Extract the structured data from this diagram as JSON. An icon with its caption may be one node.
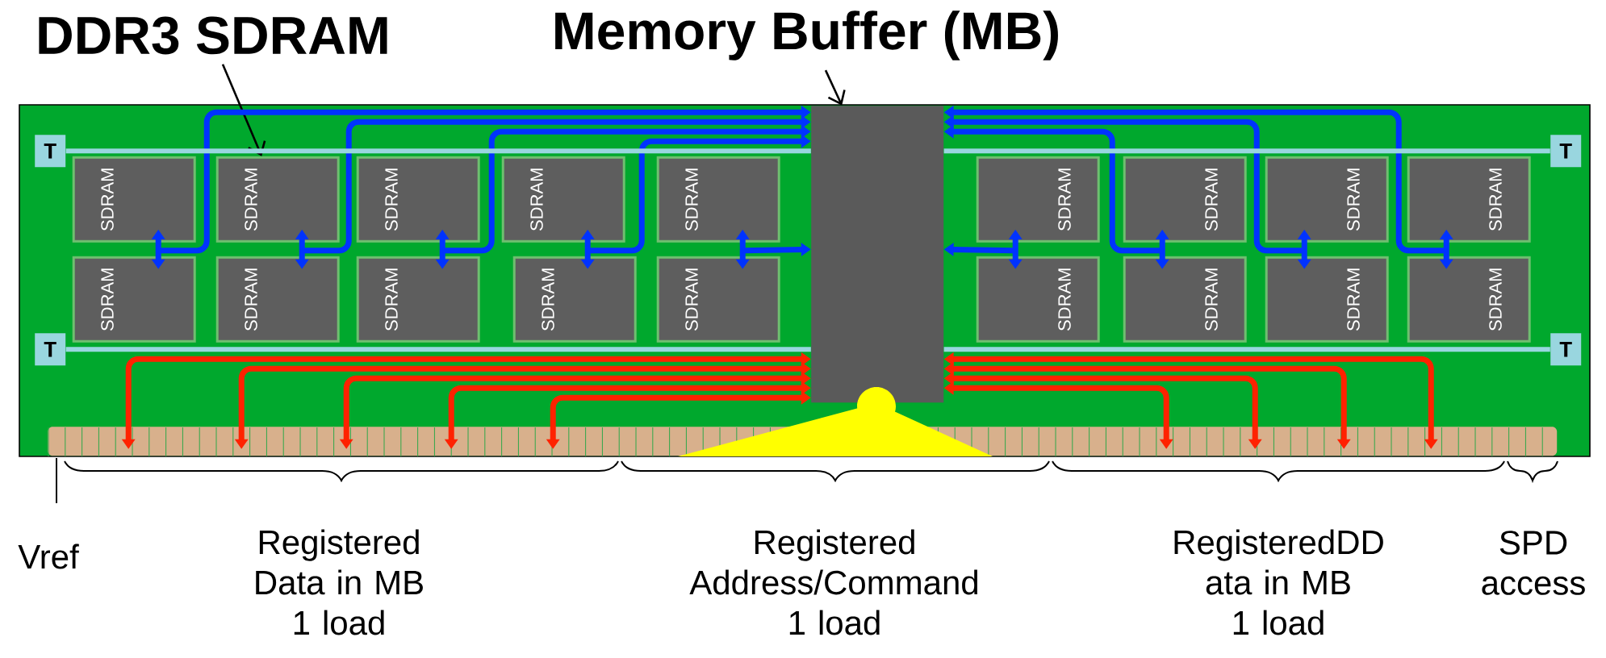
{
  "diagram": {
    "nodes": [
      {
        "text": [
          "DDR3 SDRAM"
        ]
      },
      {
        "text": [
          "Memory Buffer (MB)"
        ]
      },
      {
        "text": [],
        "shape": "box"
      },
      {
        "text": [],
        "shape": "bar",
        "in": 2
      },
      {
        "text": [],
        "shape": "box",
        "in": 2
      },
      {
        "text": [
          "SDRAM"
        ],
        "in": 2
      },
      {
        "text": [
          "SDRAM"
        ],
        "in": 2
      },
      {
        "text": [
          "SDRAM"
        ],
        "in": 2
      },
      {
        "text": [
          "SDRAM"
        ],
        "in": 2
      },
      {
        "text": [
          "SDRAM"
        ],
        "in": 2
      },
      {
        "text": [
          "SDRAM"
        ],
        "in": 2
      },
      {
        "text": [
          "SDRAM"
        ],
        "in": 2
      },
      {
        "text": [
          "SDRAM"
        ],
        "in": 2
      },
      {
        "text": [
          "SDRAM"
        ],
        "in": 2
      },
      {
        "text": [
          "SDRAM"
        ],
        "in": 2
      },
      {
        "text": [
          "SDRAM"
        ],
        "in": 2
      },
      {
        "text": [
          "SDRAM"
        ],
        "in": 2
      },
      {
        "text": [
          "SDRAM"
        ],
        "in": 2
      },
      {
        "text": [
          "SDRAM"
        ],
        "in": 2
      },
      {
        "text": [
          "SDRAM"
        ],
        "in": 2
      },
      {
        "text": [
          "SDRAM"
        ],
        "in": 2
      },
      {
        "text": [
          "SDRAM"
        ],
        "in": 2
      },
      {
        "text": [
          "SDRAM"
        ],
        "in": 2
      },
      {
        "text": [
          "T"
        ],
        "in": 2
      },
      {
        "text": [
          "T"
        ],
        "in": 2
      },
      {
        "text": [
          "T"
        ],
        "in": 2
      },
      {
        "text": [
          "T"
        ],
        "in": 2
      }
    ],
    "edges": [
      {
        "from": 0,
        "to": 6,
        "arrow": "to",
        "color": "#000000"
      },
      {
        "from": 1,
        "to": 4,
        "arrow": "to",
        "color": "#000000"
      },
      {
        "from": 5,
        "to": 14,
        "arrow": "both",
        "color": "#0033ff"
      },
      {
        "from": 6,
        "to": 15,
        "arrow": "both",
        "color": "#0033ff"
      },
      {
        "from": 7,
        "to": 16,
        "arrow": "both",
        "color": "#0033ff"
      },
      {
        "from": 8,
        "to": 17,
        "arrow": "both",
        "color": "#0033ff"
      },
      {
        "from": 9,
        "to": 18,
        "arrow": "both",
        "color": "#0033ff"
      },
      {
        "from": 10,
        "to": 19,
        "arrow": "both",
        "color": "#0033ff"
      },
      {
        "from": 11,
        "to": 20,
        "arrow": "both",
        "color": "#0033ff"
      },
      {
        "from": 12,
        "to": 21,
        "arrow": "both",
        "color": "#0033ff"
      },
      {
        "from": 13,
        "to": 22,
        "arrow": "both",
        "color": "#0033ff"
      },
      {
        "from": 5,
        "to": 4,
        "arrow": "to",
        "color": "#0033ff"
      },
      {
        "from": 6,
        "to": 4,
        "arrow": "to",
        "color": "#0033ff"
      },
      {
        "from": 7,
        "to": 4,
        "arrow": "to",
        "color": "#0033ff"
      },
      {
        "from": 8,
        "to": 4,
        "arrow": "to",
        "color": "#0033ff"
      },
      {
        "from": 9,
        "to": 4,
        "arrow": "to",
        "color": "#0033ff"
      },
      {
        "from": 10,
        "to": 4,
        "arrow": "to",
        "color": "#0033ff"
      },
      {
        "from": 11,
        "to": 4,
        "arrow": "to",
        "color": "#0033ff"
      },
      {
        "from": 12,
        "to": 4,
        "arrow": "to",
        "color": "#0033ff"
      },
      {
        "from": 13,
        "to": 4,
        "arrow": "to",
        "color": "#0033ff"
      },
      {
        "from": 4,
        "to": 3,
        "arrow": "both",
        "color": "#ff2200"
      },
      {
        "from": 4,
        "to": 3,
        "arrow": "both",
        "color": "#ff2200"
      },
      {
        "from": 4,
        "to": 3,
        "arrow": "both",
        "color": "#ff2200"
      },
      {
        "from": 4,
        "to": 3,
        "arrow": "both",
        "color": "#ff2200"
      },
      {
        "from": 4,
        "to": 3,
        "arrow": "both",
        "color": "#ff2200"
      },
      {
        "from": 4,
        "to": 3,
        "arrow": "both",
        "color": "#ff2200"
      },
      {
        "from": 4,
        "to": 3,
        "arrow": "both",
        "color": "#ff2200"
      },
      {
        "from": 4,
        "to": 3,
        "arrow": "both",
        "color": "#ff2200"
      },
      {
        "from": 4,
        "to": 3,
        "arrow": "both",
        "color": "#ff2200"
      },
      {
        "from": 23,
        "to": 4,
        "arrow": "none",
        "color": "#99d6df"
      },
      {
        "from": 24,
        "to": 4,
        "arrow": "none",
        "color": "#99d6df"
      },
      {
        "from": 25,
        "to": 4,
        "arrow": "none",
        "color": "#99d6df"
      },
      {
        "from": 26,
        "to": 4,
        "arrow": "none",
        "color": "#99d6df"
      }
    ],
    "labels": [
      "Vref",
      "Registered Data in MB 1 load",
      "Registered Address/Command 1 load",
      "RegisteredDD ata in MB 1 load",
      "SPD access"
    ]
  }
}
